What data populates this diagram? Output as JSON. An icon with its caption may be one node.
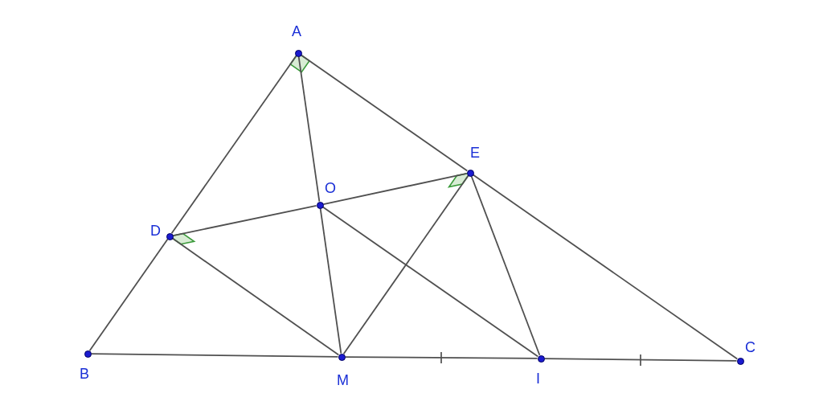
{
  "diagram": {
    "nodes": [
      {
        "text": [
          "A"
        ]
      },
      {
        "text": [
          "B"
        ]
      },
      {
        "text": [
          "C"
        ]
      },
      {
        "text": [
          "D"
        ]
      },
      {
        "text": [
          "E"
        ]
      },
      {
        "text": [
          "O"
        ]
      },
      {
        "text": [
          "M"
        ]
      },
      {
        "text": [
          "I"
        ]
      }
    ],
    "edges": [
      {
        "from": 0,
        "to": 3,
        "arrow": "none"
      },
      {
        "from": 3,
        "to": 1,
        "arrow": "none"
      },
      {
        "from": 0,
        "to": 4,
        "arrow": "none"
      },
      {
        "from": 4,
        "to": 2,
        "arrow": "none"
      },
      {
        "from": 1,
        "to": 6,
        "arrow": "none"
      },
      {
        "from": 6,
        "to": 7,
        "arrow": "none"
      },
      {
        "from": 7,
        "to": 2,
        "arrow": "none"
      },
      {
        "from": 0,
        "to": 5,
        "arrow": "none"
      },
      {
        "from": 5,
        "to": 6,
        "arrow": "none"
      },
      {
        "from": 3,
        "to": 5,
        "arrow": "none"
      },
      {
        "from": 5,
        "to": 4,
        "arrow": "none"
      },
      {
        "from": 3,
        "to": 6,
        "arrow": "none"
      },
      {
        "from": 6,
        "to": 4,
        "arrow": "none"
      },
      {
        "from": 5,
        "to": 7,
        "arrow": "none"
      },
      {
        "from": 4,
        "to": 7,
        "arrow": "none"
      }
    ]
  }
}
